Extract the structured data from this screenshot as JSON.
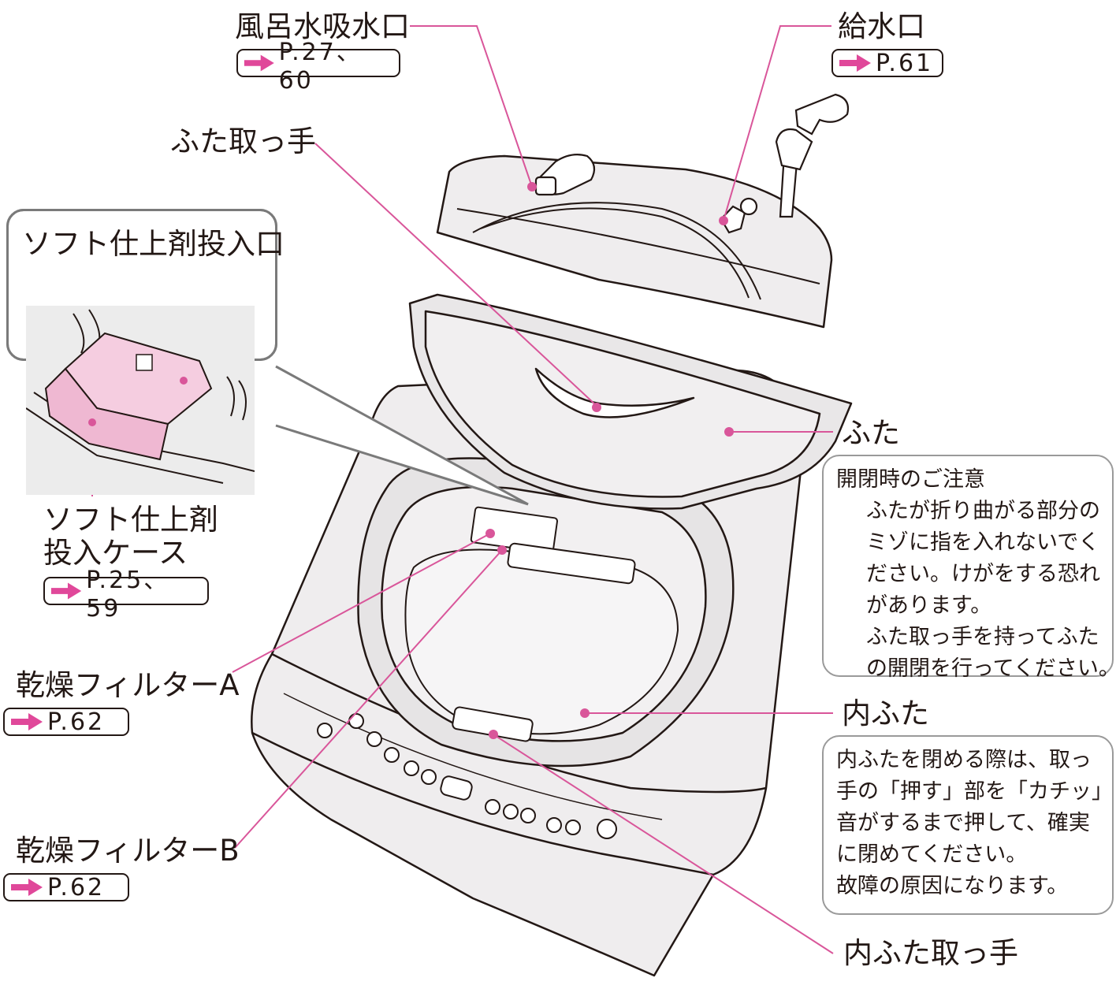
{
  "labels": {
    "bath_inlet": "風呂水吸水口",
    "bath_inlet_ref": "P.27、60",
    "water_inlet": "給水口",
    "water_inlet_ref": "P.61",
    "lid_handle": "ふた取っ手",
    "softener_inlet": "ソフト仕上剤投入口",
    "softener_case_line1": "ソフト仕上剤",
    "softener_case_line2": "投入ケース",
    "softener_case_ref": "P.25、59",
    "lid": "ふた",
    "filter_a": "乾燥フィルターA",
    "filter_a_ref": "P.62",
    "filter_b": "乾燥フィルターB",
    "filter_b_ref": "P.62",
    "inner_lid": "内ふた",
    "inner_lid_handle": "内ふた取っ手"
  },
  "notes": {
    "lid_caution": {
      "title": "開閉時のご注意",
      "lines": [
        "ふたが折り曲がる部分の",
        "ミゾに指を入れないでく",
        "ださい。けがをする恐れ",
        "があります。",
        "ふた取っ手を持ってふた",
        "の開閉を行ってください。"
      ]
    },
    "inner_lid_caution": {
      "lines": [
        "内ふたを閉める際は、取っ",
        "手の「押す」部を「カチッ」と",
        "音がするまで押して、確実",
        "に閉めてください。",
        "故障の原因になります。"
      ]
    }
  },
  "colors": {
    "leader": "#d9569a",
    "arrow": "#e0489a",
    "machine_fill": "#efedee",
    "outline": "#231815",
    "case_pink": "#f5cde0"
  }
}
